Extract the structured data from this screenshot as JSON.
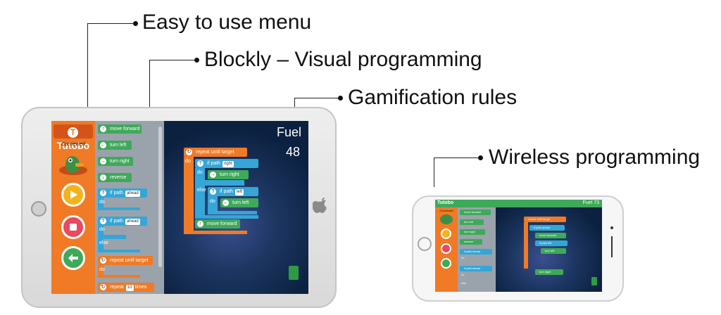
{
  "callouts": {
    "menu": "Easy to use menu",
    "blockly": "Blockly – Visual programming",
    "gamification": "Gamification rules",
    "wireless": "Wireless programming"
  },
  "tablet": {
    "logo": "Tutobo",
    "status": "Connected",
    "toolbox": {
      "move_forward": "move forward",
      "turn_left": "turn left",
      "turn_right": "turn right",
      "reverse": "reverse",
      "if_path": "if path",
      "ahead": "ahead",
      "do": "do",
      "else": "else",
      "repeat_until_target": "repeat until target",
      "repeat": "repeat",
      "times": "times",
      "times_value": "10"
    },
    "workspace": {
      "repeat_until_target": "repeat until target",
      "do": "do",
      "if_path": "if path",
      "right": "right",
      "turn_right": "turn right",
      "else": "else",
      "left": "left",
      "turn_left": "turn left",
      "move_forward": "move forward"
    },
    "fuel_label": "Fuel",
    "fuel_value": "48"
  },
  "phone": {
    "logo": "Tutobo",
    "fuel": "Fuel 73",
    "status": "Connected",
    "toolbox": {
      "move_forward": "move forward",
      "turn_left": "turn left",
      "turn_right": "turn right",
      "reverse": "reverse",
      "if_path": "if path",
      "ahead": "ahead",
      "do": "do",
      "else": "else"
    },
    "workspace": {
      "repeat_until_target": "repeat until target",
      "if_path": "if path",
      "ahead": "ahead",
      "move_forward": "move forward",
      "left": "left",
      "turn_left": "turn left",
      "turn_right": "turn right"
    }
  },
  "colors": {
    "sidebar": "#f07a25",
    "play": "#f5b31a",
    "stop": "#e84a5f",
    "back": "#3fa95a",
    "block_green": "#3fa95a",
    "block_blue": "#35a6d6"
  }
}
